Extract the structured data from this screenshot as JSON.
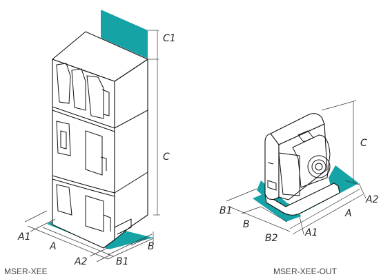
{
  "colors": {
    "accent": "#16a3a6",
    "line": "#111111",
    "caption": "#444444"
  },
  "left_unit": {
    "caption": "MSER-XEE",
    "dims": {
      "a1": "A1",
      "a": "A",
      "a2": "A2",
      "b1": "B1",
      "b": "B",
      "c": "C",
      "c1": "C1"
    }
  },
  "right_unit": {
    "caption": "MSER-XEE-OUT",
    "dims": {
      "b1": "B1",
      "b": "B",
      "b2": "B2",
      "a1": "A1",
      "a": "A",
      "a2": "A2",
      "c": "C"
    }
  }
}
